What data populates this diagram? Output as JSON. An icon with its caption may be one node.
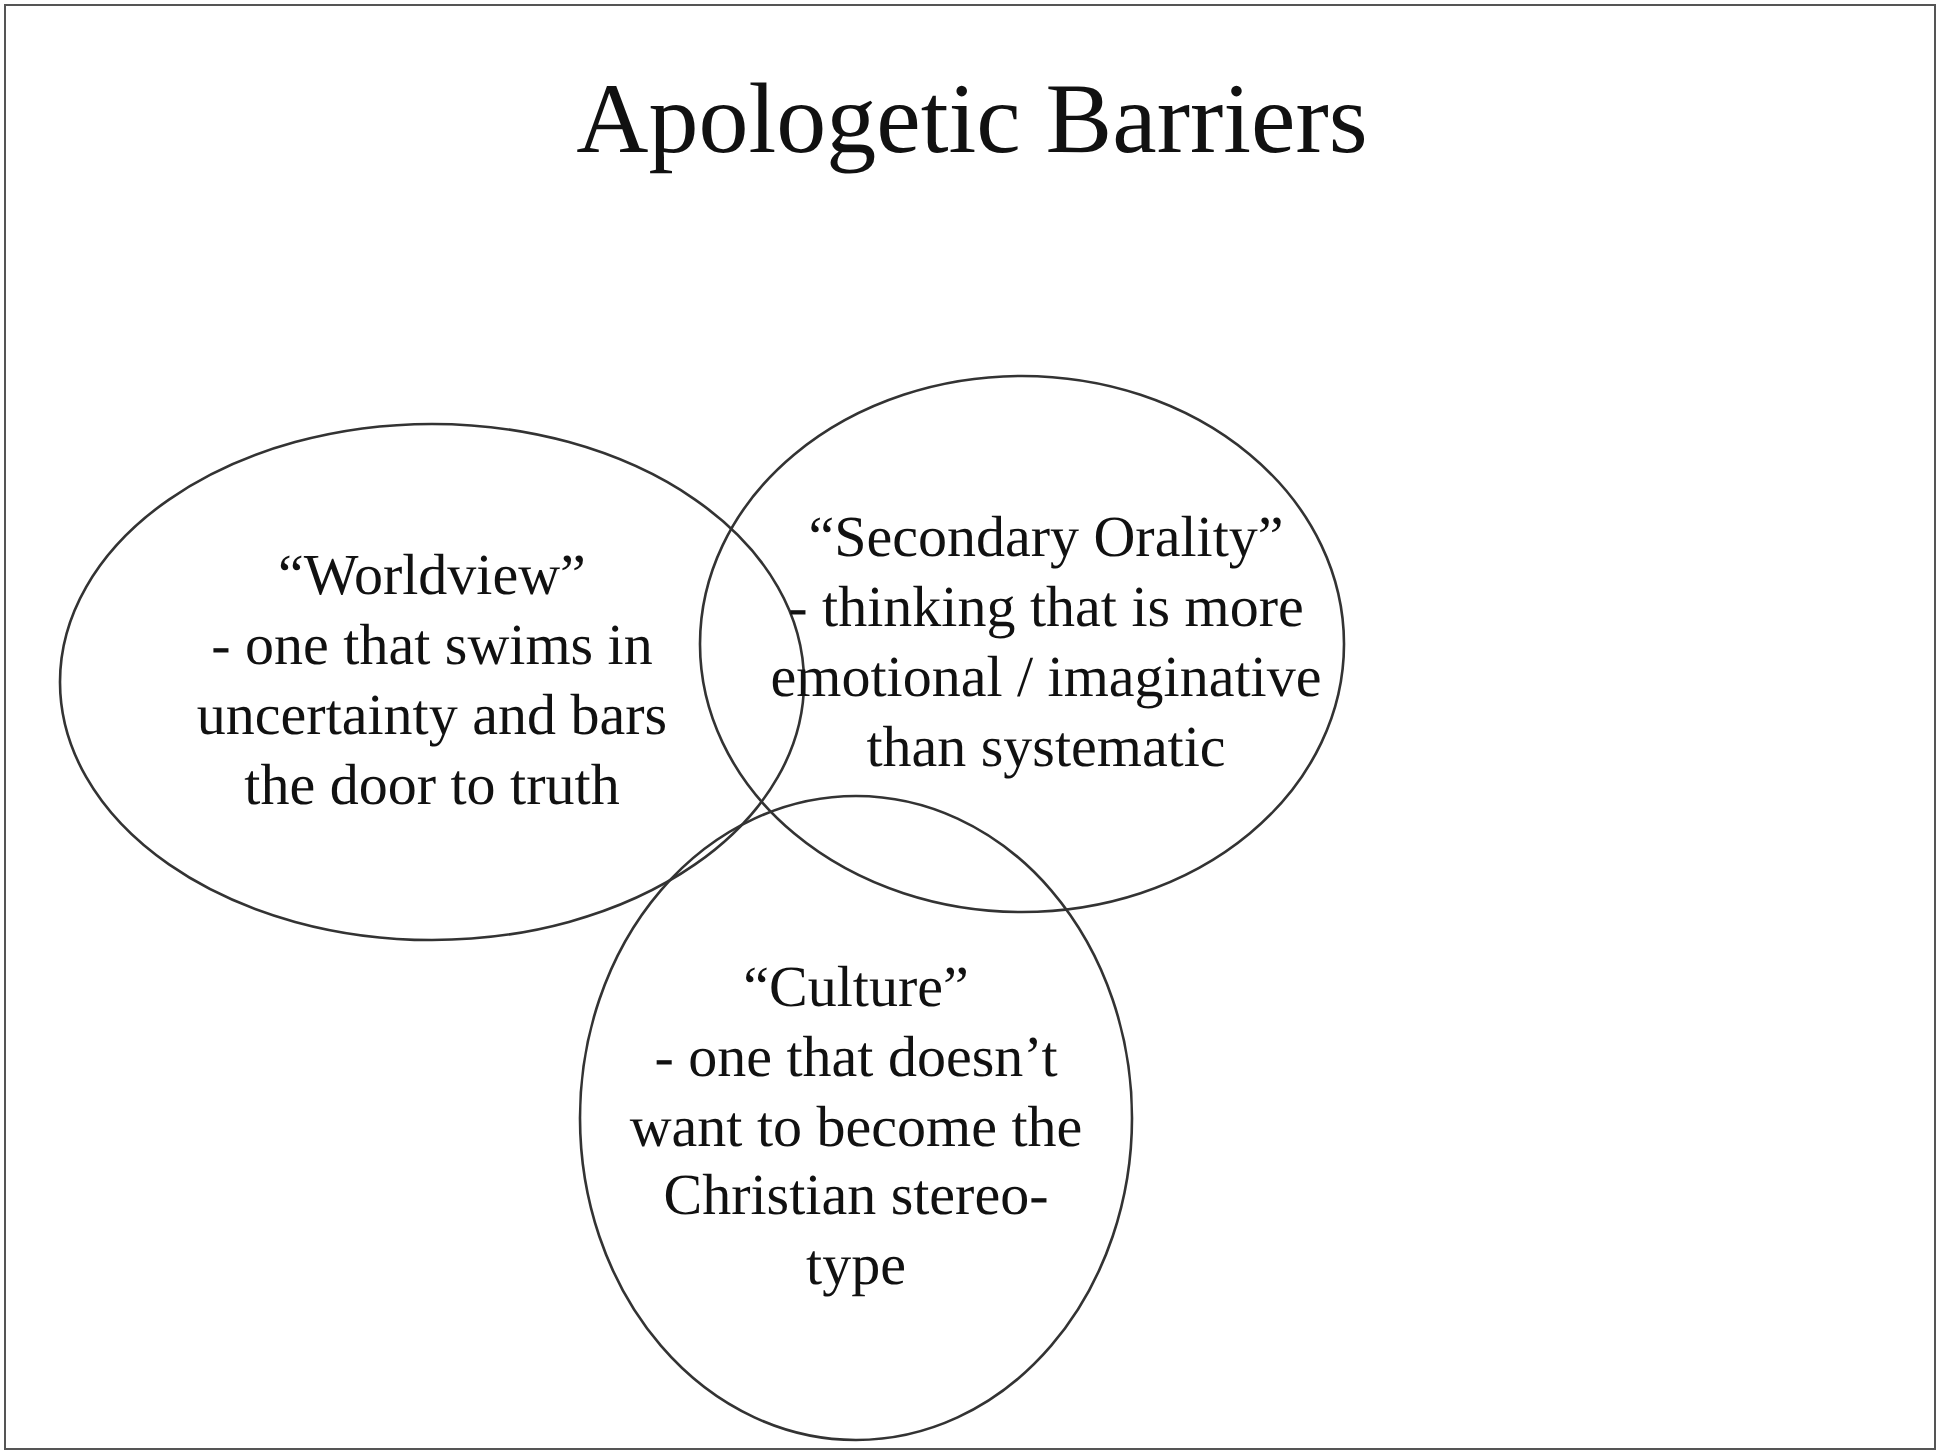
{
  "diagram": {
    "title": "Apologetic Barriers",
    "nodes": [
      {
        "text": [
          "“Worldview”",
          "- one that swims in uncertainty and bars the door to truth"
        ]
      },
      {
        "text": [
          "“Secondary Orality”",
          "- thinking that is more emotional / imaginative than systematic"
        ]
      },
      {
        "text": [
          "“Culture”",
          "- one that doesn’t want to become the Christian stereo- type"
        ]
      }
    ],
    "edges": []
  }
}
